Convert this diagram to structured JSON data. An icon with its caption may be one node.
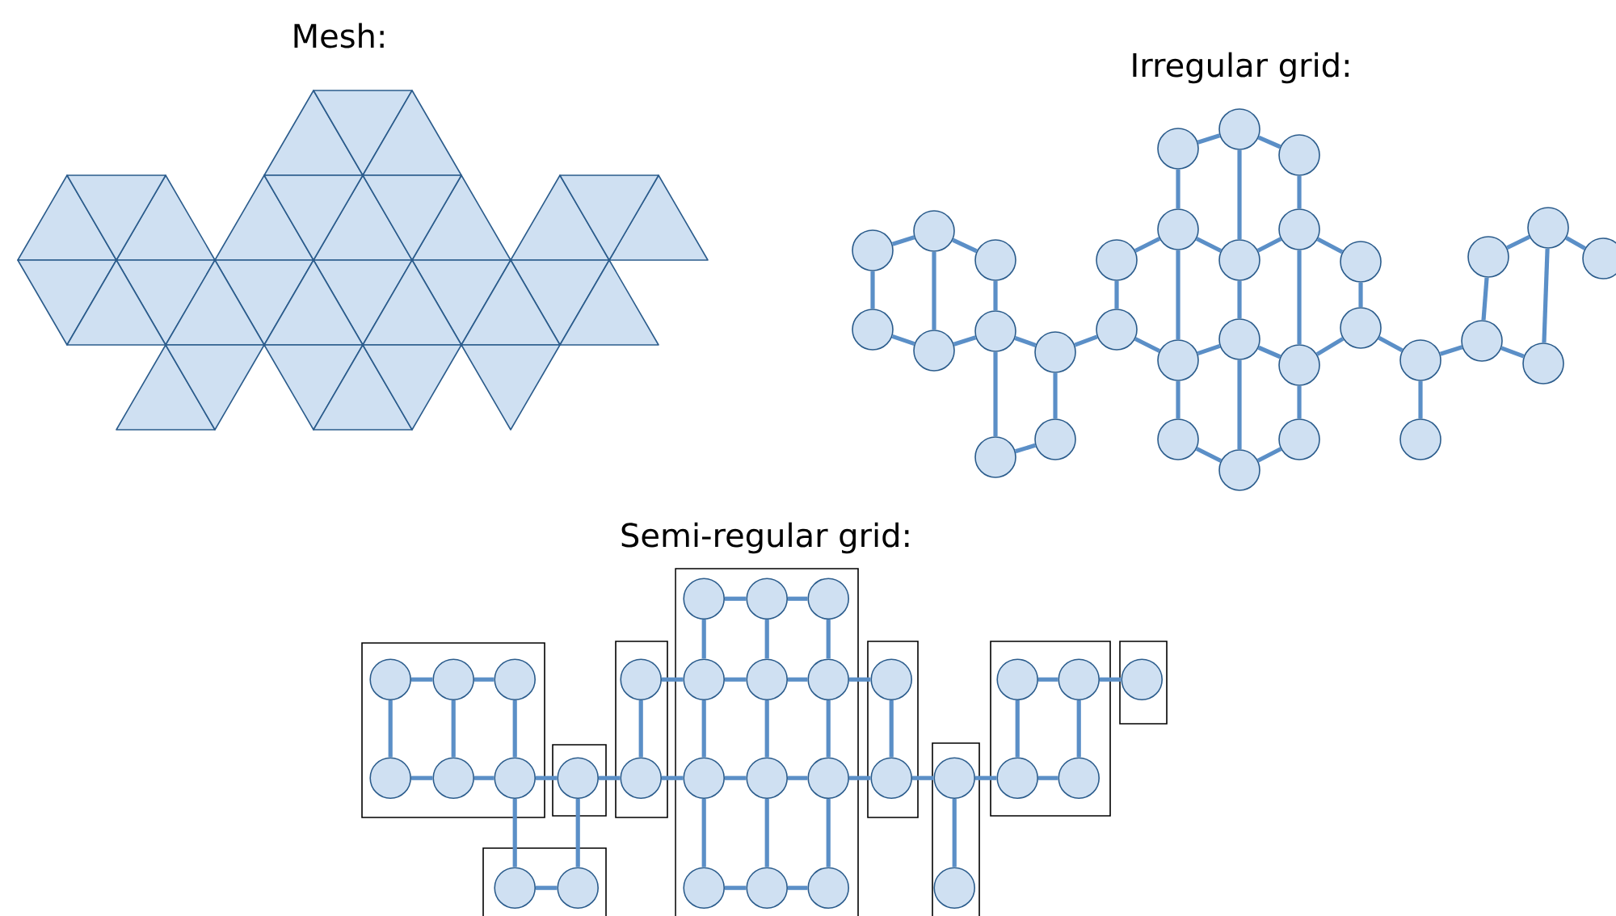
{
  "diagram": {
    "nodes": [
      {
        "text": [],
        "shape": "circle"
      },
      {
        "text": [],
        "shape": "circle"
      },
      {
        "text": [],
        "shape": "circle"
      },
      {
        "text": [],
        "shape": "circle"
      },
      {
        "text": [],
        "shape": "circle"
      },
      {
        "text": [],
        "shape": "circle"
      },
      {
        "text": [],
        "shape": "circle"
      },
      {
        "text": [],
        "shape": "circle"
      },
      {
        "text": [],
        "shape": "circle"
      },
      {
        "text": [],
        "shape": "circle"
      },
      {
        "text": [],
        "shape": "circle"
      },
      {
        "text": [],
        "shape": "circle"
      },
      {
        "text": [],
        "shape": "circle"
      },
      {
        "text": [],
        "shape": "circle"
      },
      {
        "text": [],
        "shape": "circle"
      },
      {
        "text": [],
        "shape": "circle"
      },
      {
        "text": [],
        "shape": "circle"
      },
      {
        "text": [],
        "shape": "circle"
      },
      {
        "text": [],
        "shape": "circle"
      },
      {
        "text": [],
        "shape": "circle"
      },
      {
        "text": [],
        "shape": "circle"
      },
      {
        "text": [],
        "shape": "circle"
      },
      {
        "text": [],
        "shape": "circle"
      },
      {
        "text": [],
        "shape": "circle"
      },
      {
        "text": [],
        "shape": "circle"
      },
      {
        "text": [],
        "shape": "circle"
      },
      {
        "text": [],
        "shape": "circle"
      },
      {
        "text": [],
        "shape": "circle"
      },
      {
        "text": [],
        "shape": "circle"
      },
      {
        "text": [],
        "shape": "circle"
      },
      {
        "text": [],
        "shape": "circle"
      },
      {
        "text": [],
        "shape": "circle"
      },
      {
        "text": [],
        "shape": "box"
      },
      {
        "text": [],
        "shape": "circle",
        "in": 32
      },
      {
        "text": [],
        "shape": "circle",
        "in": 32
      },
      {
        "text": [],
        "shape": "circle",
        "in": 32
      },
      {
        "text": [],
        "shape": "circle",
        "in": 32
      },
      {
        "text": [],
        "shape": "circle",
        "in": 32
      },
      {
        "text": [],
        "shape": "circle",
        "in": 32
      },
      {
        "text": [],
        "shape": "box"
      },
      {
        "text": [],
        "shape": "circle",
        "in": 39
      },
      {
        "text": [],
        "shape": "box"
      },
      {
        "text": [],
        "shape": "circle",
        "in": 41
      },
      {
        "text": [],
        "shape": "circle",
        "in": 41
      },
      {
        "text": [],
        "shape": "box"
      },
      {
        "text": [],
        "shape": "circle",
        "in": 44
      },
      {
        "text": [],
        "shape": "circle",
        "in": 44
      },
      {
        "text": [],
        "shape": "box"
      },
      {
        "text": [],
        "shape": "circle",
        "in": 47
      },
      {
        "text": [],
        "shape": "circle",
        "in": 47
      },
      {
        "text": [],
        "shape": "circle",
        "in": 47
      },
      {
        "text": [],
        "shape": "circle",
        "in": 47
      },
      {
        "text": [],
        "shape": "circle",
        "in": 47
      },
      {
        "text": [],
        "shape": "circle",
        "in": 47
      },
      {
        "text": [],
        "shape": "circle",
        "in": 47
      },
      {
        "text": [],
        "shape": "circle",
        "in": 47
      },
      {
        "text": [],
        "shape": "circle",
        "in": 47
      },
      {
        "text": [],
        "shape": "circle",
        "in": 47
      },
      {
        "text": [],
        "shape": "circle",
        "in": 47
      },
      {
        "text": [],
        "shape": "circle",
        "in": 47
      },
      {
        "text": [],
        "shape": "box"
      },
      {
        "text": [],
        "shape": "circle",
        "in": 60
      },
      {
        "text": [],
        "shape": "circle",
        "in": 60
      },
      {
        "text": [],
        "shape": "box"
      },
      {
        "text": [],
        "shape": "circle",
        "in": 63
      },
      {
        "text": [],
        "shape": "circle",
        "in": 63
      },
      {
        "text": [],
        "shape": "box"
      },
      {
        "text": [],
        "shape": "circle",
        "in": 66
      },
      {
        "text": [],
        "shape": "circle",
        "in": 66
      },
      {
        "text": [],
        "shape": "circle",
        "in": 66
      },
      {
        "text": [],
        "shape": "circle",
        "in": 66
      },
      {
        "text": [],
        "shape": "box"
      },
      {
        "text": [],
        "shape": "circle",
        "in": 71
      }
    ],
    "edges": [
      {
        "from": 0,
        "to": 1,
        "arrow": "none"
      },
      {
        "from": 1,
        "to": 2,
        "arrow": "none"
      },
      {
        "from": 0,
        "to": 3,
        "arrow": "none"
      },
      {
        "from": 1,
        "to": 4,
        "arrow": "none"
      },
      {
        "from": 3,
        "to": 4,
        "arrow": "none"
      },
      {
        "from": 4,
        "to": 5,
        "arrow": "none"
      },
      {
        "from": 2,
        "to": 5,
        "arrow": "none"
      },
      {
        "from": 5,
        "to": 6,
        "arrow": "none"
      },
      {
        "from": 5,
        "to": 7,
        "arrow": "none"
      },
      {
        "from": 6,
        "to": 8,
        "arrow": "none"
      },
      {
        "from": 7,
        "to": 8,
        "arrow": "none"
      },
      {
        "from": 6,
        "to": 10,
        "arrow": "none"
      },
      {
        "from": 9,
        "to": 10,
        "arrow": "none"
      },
      {
        "from": 9,
        "to": 14,
        "arrow": "none"
      },
      {
        "from": 10,
        "to": 18,
        "arrow": "none"
      },
      {
        "from": 14,
        "to": 11,
        "arrow": "none"
      },
      {
        "from": 11,
        "to": 12,
        "arrow": "none"
      },
      {
        "from": 12,
        "to": 13,
        "arrow": "none"
      },
      {
        "from": 12,
        "to": 15,
        "arrow": "none"
      },
      {
        "from": 13,
        "to": 16,
        "arrow": "none"
      },
      {
        "from": 14,
        "to": 15,
        "arrow": "none"
      },
      {
        "from": 15,
        "to": 16,
        "arrow": "none"
      },
      {
        "from": 14,
        "to": 18,
        "arrow": "none"
      },
      {
        "from": 15,
        "to": 19,
        "arrow": "none"
      },
      {
        "from": 16,
        "to": 20,
        "arrow": "none"
      },
      {
        "from": 16,
        "to": 17,
        "arrow": "none"
      },
      {
        "from": 17,
        "to": 21,
        "arrow": "none"
      },
      {
        "from": 18,
        "to": 19,
        "arrow": "none"
      },
      {
        "from": 19,
        "to": 20,
        "arrow": "none"
      },
      {
        "from": 20,
        "to": 21,
        "arrow": "none"
      },
      {
        "from": 18,
        "to": 22,
        "arrow": "none"
      },
      {
        "from": 19,
        "to": 23,
        "arrow": "none"
      },
      {
        "from": 20,
        "to": 24,
        "arrow": "none"
      },
      {
        "from": 22,
        "to": 23,
        "arrow": "none"
      },
      {
        "from": 23,
        "to": 24,
        "arrow": "none"
      },
      {
        "from": 21,
        "to": 25,
        "arrow": "none"
      },
      {
        "from": 25,
        "to": 26,
        "arrow": "none"
      },
      {
        "from": 25,
        "to": 27,
        "arrow": "none"
      },
      {
        "from": 27,
        "to": 28,
        "arrow": "none"
      },
      {
        "from": 28,
        "to": 29,
        "arrow": "none"
      },
      {
        "from": 29,
        "to": 30,
        "arrow": "none"
      },
      {
        "from": 29,
        "to": 31,
        "arrow": "none"
      },
      {
        "from": 27,
        "to": 31,
        "arrow": "none"
      },
      {
        "from": 33,
        "to": 34,
        "arrow": "none"
      },
      {
        "from": 34,
        "to": 35,
        "arrow": "none"
      },
      {
        "from": 36,
        "to": 37,
        "arrow": "none"
      },
      {
        "from": 37,
        "to": 38,
        "arrow": "none"
      },
      {
        "from": 33,
        "to": 36,
        "arrow": "none"
      },
      {
        "from": 34,
        "to": 37,
        "arrow": "none"
      },
      {
        "from": 35,
        "to": 38,
        "arrow": "none"
      },
      {
        "from": 38,
        "to": 40,
        "arrow": "none"
      },
      {
        "from": 38,
        "to": 42,
        "arrow": "none"
      },
      {
        "from": 40,
        "to": 43,
        "arrow": "none"
      },
      {
        "from": 42,
        "to": 43,
        "arrow": "none"
      },
      {
        "from": 40,
        "to": 46,
        "arrow": "none"
      },
      {
        "from": 45,
        "to": 46,
        "arrow": "none"
      },
      {
        "from": 45,
        "to": 51,
        "arrow": "none"
      },
      {
        "from": 46,
        "to": 54,
        "arrow": "none"
      },
      {
        "from": 48,
        "to": 49,
        "arrow": "none"
      },
      {
        "from": 49,
        "to": 50,
        "arrow": "none"
      },
      {
        "from": 48,
        "to": 51,
        "arrow": "none"
      },
      {
        "from": 49,
        "to": 52,
        "arrow": "none"
      },
      {
        "from": 50,
        "to": 53,
        "arrow": "none"
      },
      {
        "from": 51,
        "to": 52,
        "arrow": "none"
      },
      {
        "from": 52,
        "to": 53,
        "arrow": "none"
      },
      {
        "from": 51,
        "to": 54,
        "arrow": "none"
      },
      {
        "from": 52,
        "to": 55,
        "arrow": "none"
      },
      {
        "from": 53,
        "to": 56,
        "arrow": "none"
      },
      {
        "from": 54,
        "to": 55,
        "arrow": "none"
      },
      {
        "from": 55,
        "to": 56,
        "arrow": "none"
      },
      {
        "from": 54,
        "to": 57,
        "arrow": "none"
      },
      {
        "from": 55,
        "to": 58,
        "arrow": "none"
      },
      {
        "from": 56,
        "to": 59,
        "arrow": "none"
      },
      {
        "from": 57,
        "to": 58,
        "arrow": "none"
      },
      {
        "from": 58,
        "to": 59,
        "arrow": "none"
      },
      {
        "from": 53,
        "to": 61,
        "arrow": "none"
      },
      {
        "from": 56,
        "to": 62,
        "arrow": "none"
      },
      {
        "from": 61,
        "to": 62,
        "arrow": "none"
      },
      {
        "from": 62,
        "to": 64,
        "arrow": "none"
      },
      {
        "from": 64,
        "to": 65,
        "arrow": "none"
      },
      {
        "from": 64,
        "to": 69,
        "arrow": "none"
      },
      {
        "from": 67,
        "to": 68,
        "arrow": "none"
      },
      {
        "from": 69,
        "to": 70,
        "arrow": "none"
      },
      {
        "from": 67,
        "to": 69,
        "arrow": "none"
      },
      {
        "from": 68,
        "to": 70,
        "arrow": "none"
      },
      {
        "from": 68,
        "to": 72,
        "arrow": "none"
      }
    ],
    "labels": [
      "Mesh:",
      "Irregular grid:",
      "Semi-regular grid:"
    ]
  }
}
